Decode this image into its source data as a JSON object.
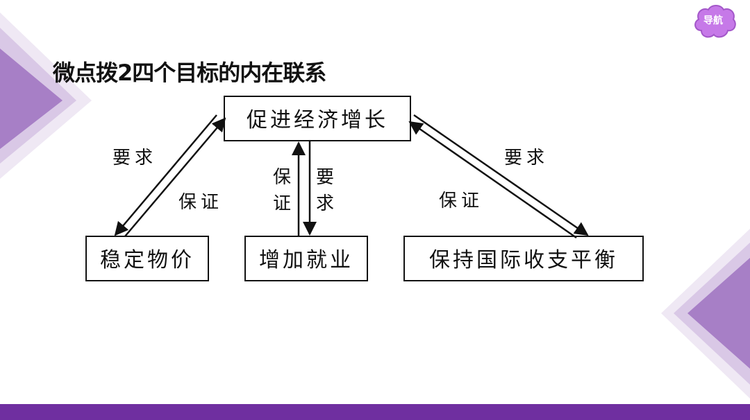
{
  "nav": {
    "label": "导航"
  },
  "title": "微点拨2四个目标的内在联系",
  "diagram": {
    "top_node": "促进经济增长",
    "bottom_nodes": [
      "稳定物价",
      "增加就业",
      "保持国际收支平衡"
    ],
    "edge_labels": {
      "left_upper": "要求",
      "left_lower": "保证",
      "center_left": [
        "保",
        "证"
      ],
      "center_right": [
        "要",
        "求"
      ],
      "right_upper": "要求",
      "right_lower": "保证"
    }
  },
  "colors": {
    "accent": "#6f2fa0",
    "decor_light": "#e6dcef",
    "decor_mid": "#b79bd0",
    "decor_dark": "#8a5eb3"
  }
}
